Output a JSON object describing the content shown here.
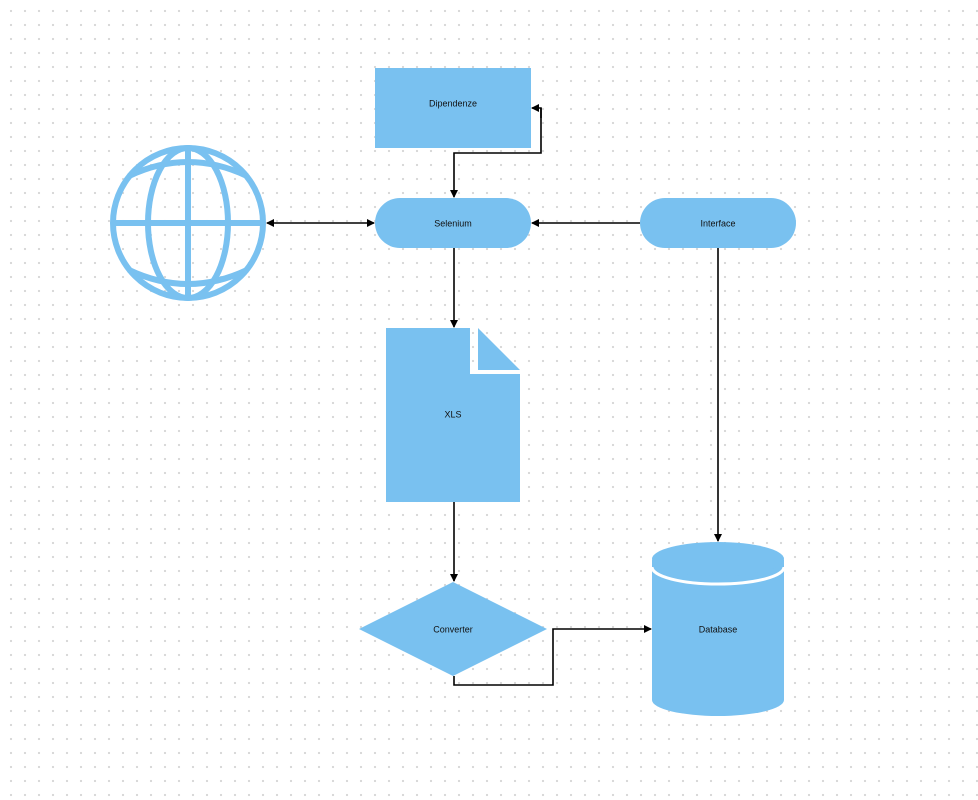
{
  "colors": {
    "node_fill": "#79c1f0",
    "edge": "#000000",
    "label": "#111111"
  },
  "nodes": {
    "dipendenze": {
      "label": "Dipendenze",
      "shape": "rectangle"
    },
    "selenium": {
      "label": "Selenium",
      "shape": "rounded-rectangle"
    },
    "interface": {
      "label": "Interface",
      "shape": "rounded-rectangle"
    },
    "xls": {
      "label": "XLS",
      "shape": "document"
    },
    "converter": {
      "label": "Converter",
      "shape": "diamond"
    },
    "database": {
      "label": "Database",
      "shape": "cylinder"
    },
    "web": {
      "icon": "globe-icon"
    }
  },
  "edges": [
    {
      "from": "dipendenze",
      "to": "selenium"
    },
    {
      "from": "selenium",
      "to": "dipendenze"
    },
    {
      "from": "web",
      "to": "selenium",
      "bidirectional": true
    },
    {
      "from": "interface",
      "to": "selenium"
    },
    {
      "from": "selenium",
      "to": "xls"
    },
    {
      "from": "xls",
      "to": "converter"
    },
    {
      "from": "converter",
      "to": "database"
    },
    {
      "from": "interface",
      "to": "database"
    }
  ]
}
